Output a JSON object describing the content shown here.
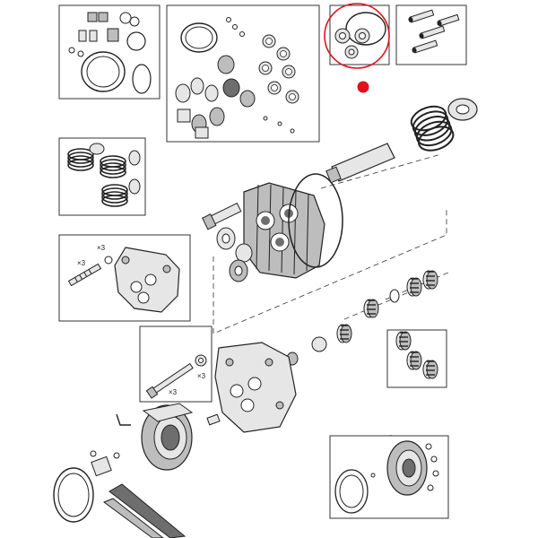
{
  "diagram": {
    "line_color": "#222222",
    "fill_light": "#e6e6e6",
    "fill_mid": "#bdbdbd",
    "fill_dark": "#6e6e6e",
    "highlight_color": "#e0111b",
    "highlighted_part": "seal-kit-box"
  },
  "labels": {
    "qty_upper_left": "×3",
    "qty_upper_screw": "×3",
    "qty_lower_right": "×3",
    "qty_lower_screw": "×3"
  }
}
